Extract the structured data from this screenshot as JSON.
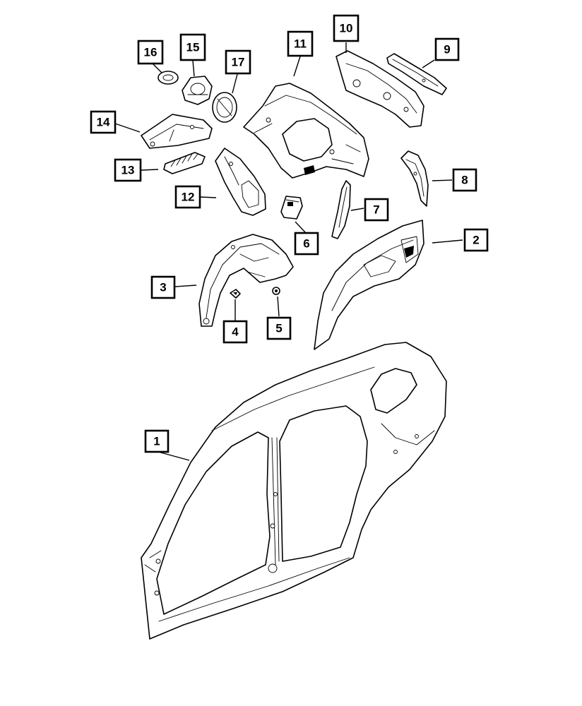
{
  "callouts": [
    {
      "id": "1"
    },
    {
      "id": "2"
    },
    {
      "id": "3"
    },
    {
      "id": "4"
    },
    {
      "id": "5"
    },
    {
      "id": "6"
    },
    {
      "id": "7"
    },
    {
      "id": "8"
    },
    {
      "id": "9"
    },
    {
      "id": "10"
    },
    {
      "id": "11"
    },
    {
      "id": "12"
    },
    {
      "id": "13"
    },
    {
      "id": "14"
    },
    {
      "id": "15"
    },
    {
      "id": "16"
    },
    {
      "id": "17"
    }
  ]
}
